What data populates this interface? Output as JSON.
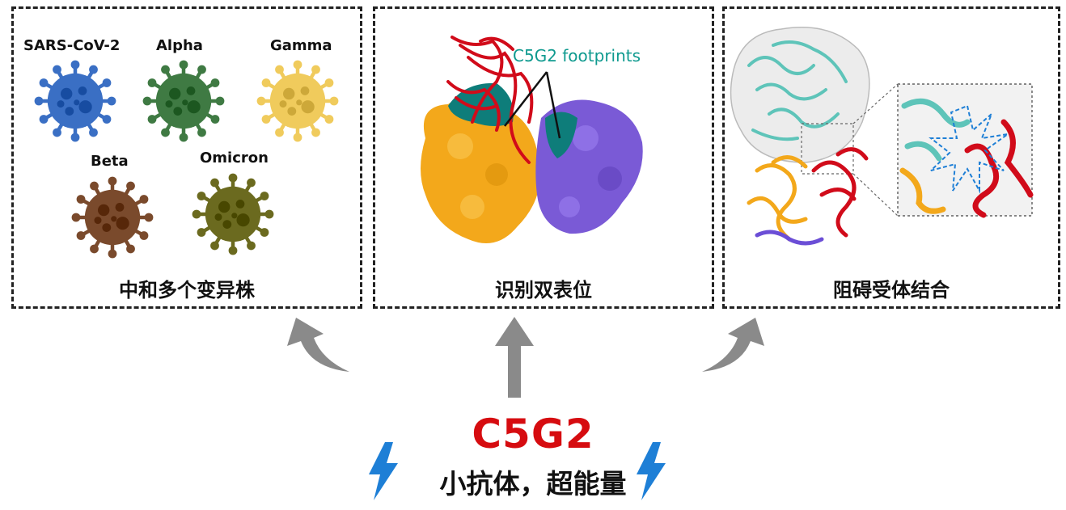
{
  "panels": [
    {
      "caption": "中和多个变异株",
      "variants": [
        "SARS-CoV-2",
        "Alpha",
        "Gamma",
        "Beta",
        "Omicron"
      ]
    },
    {
      "caption": "识别双表位",
      "annotation": "C5G2 footprints"
    },
    {
      "caption": "阻碍受体结合"
    }
  ],
  "product": {
    "name": "C5G2",
    "slogan": "小抗体，超能量"
  },
  "colors": {
    "virus": [
      "#3a6fc4",
      "#3f7a43",
      "#f0cb5c",
      "#7a4a2c",
      "#6b6a1f"
    ],
    "accent_red": "#d60c10",
    "bolt_blue": "#1e7fd6",
    "footprint_teal": "#0f9a8f",
    "arrow_gray": "#8a8a8a"
  },
  "icons": [
    "virus-icon",
    "lightning-bolt-icon",
    "curved-arrow-icon",
    "protein-structure-image"
  ]
}
